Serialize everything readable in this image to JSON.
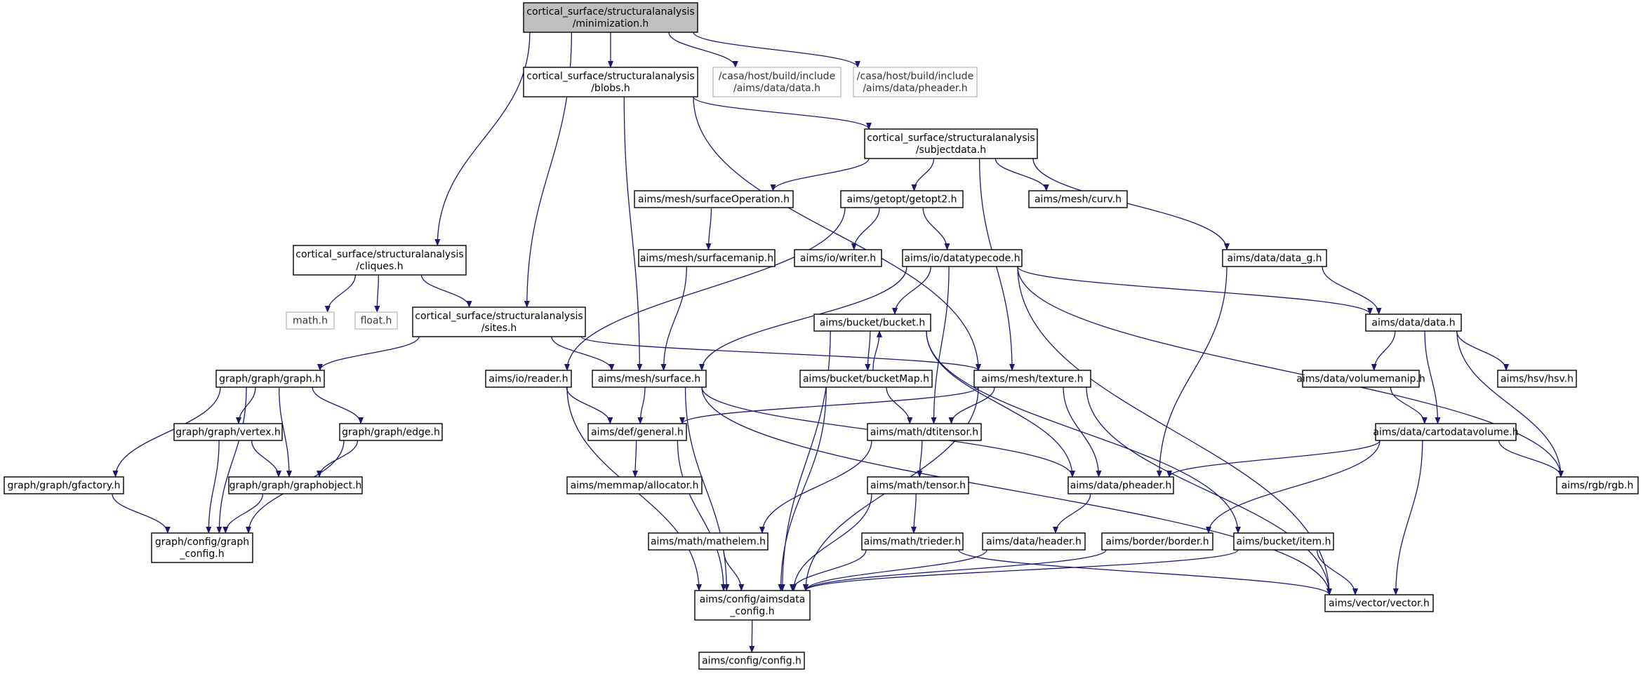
{
  "colors": {
    "edge": "#191970",
    "root_fill": "#bfbfbf",
    "node_border": "#000000",
    "external_border": "#bfbfbf"
  },
  "nodes": [
    {
      "id": "minimization",
      "lines": [
        "cortical_surface/structuralanalysis",
        "/minimization.h"
      ],
      "style": "root"
    },
    {
      "id": "blobs",
      "lines": [
        "cortical_surface/structuralanalysis",
        "/blobs.h"
      ],
      "style": "normal"
    },
    {
      "id": "casa_data",
      "lines": [
        "/casa/host/build/include",
        "/aims/data/data.h"
      ],
      "style": "external"
    },
    {
      "id": "casa_pheader",
      "lines": [
        "/casa/host/build/include",
        "/aims/data/pheader.h"
      ],
      "style": "external"
    },
    {
      "id": "subjectdata",
      "lines": [
        "cortical_surface/structuralanalysis",
        "/subjectdata.h"
      ],
      "style": "normal"
    },
    {
      "id": "surfaceOperation",
      "lines": [
        "aims/mesh/surfaceOperation.h"
      ],
      "style": "normal"
    },
    {
      "id": "getopt2",
      "lines": [
        "aims/getopt/getopt2.h"
      ],
      "style": "normal"
    },
    {
      "id": "curv",
      "lines": [
        "aims/mesh/curv.h"
      ],
      "style": "normal"
    },
    {
      "id": "cliques",
      "lines": [
        "cortical_surface/structuralanalysis",
        "/cliques.h"
      ],
      "style": "normal"
    },
    {
      "id": "surfacemanip",
      "lines": [
        "aims/mesh/surfacemanip.h"
      ],
      "style": "normal"
    },
    {
      "id": "writer",
      "lines": [
        "aims/io/writer.h"
      ],
      "style": "normal"
    },
    {
      "id": "datatypecode",
      "lines": [
        "aims/io/datatypecode.h"
      ],
      "style": "normal"
    },
    {
      "id": "data_g",
      "lines": [
        "aims/data/data_g.h"
      ],
      "style": "normal"
    },
    {
      "id": "math",
      "lines": [
        "math.h"
      ],
      "style": "external"
    },
    {
      "id": "float",
      "lines": [
        "float.h"
      ],
      "style": "external"
    },
    {
      "id": "sites",
      "lines": [
        "cortical_surface/structuralanalysis",
        "/sites.h"
      ],
      "style": "normal"
    },
    {
      "id": "bucket",
      "lines": [
        "aims/bucket/bucket.h"
      ],
      "style": "normal"
    },
    {
      "id": "data",
      "lines": [
        "aims/data/data.h"
      ],
      "style": "normal"
    },
    {
      "id": "graph",
      "lines": [
        "graph/graph/graph.h"
      ],
      "style": "normal"
    },
    {
      "id": "reader",
      "lines": [
        "aims/io/reader.h"
      ],
      "style": "normal"
    },
    {
      "id": "surface",
      "lines": [
        "aims/mesh/surface.h"
      ],
      "style": "normal"
    },
    {
      "id": "bucketMap",
      "lines": [
        "aims/bucket/bucketMap.h"
      ],
      "style": "normal"
    },
    {
      "id": "texture",
      "lines": [
        "aims/mesh/texture.h"
      ],
      "style": "normal"
    },
    {
      "id": "volumemanip",
      "lines": [
        "aims/data/volumemanip.h"
      ],
      "style": "normal"
    },
    {
      "id": "hsv",
      "lines": [
        "aims/hsv/hsv.h"
      ],
      "style": "normal"
    },
    {
      "id": "vertex",
      "lines": [
        "graph/graph/vertex.h"
      ],
      "style": "normal"
    },
    {
      "id": "edge",
      "lines": [
        "graph/graph/edge.h"
      ],
      "style": "normal"
    },
    {
      "id": "general",
      "lines": [
        "aims/def/general.h"
      ],
      "style": "normal"
    },
    {
      "id": "dtitensor",
      "lines": [
        "aims/math/dtitensor.h"
      ],
      "style": "normal"
    },
    {
      "id": "cartodatavolume",
      "lines": [
        "aims/data/cartodatavolume.h"
      ],
      "style": "normal"
    },
    {
      "id": "gfactory",
      "lines": [
        "graph/graph/gfactory.h"
      ],
      "style": "normal"
    },
    {
      "id": "graphobject",
      "lines": [
        "graph/graph/graphobject.h"
      ],
      "style": "normal"
    },
    {
      "id": "allocator",
      "lines": [
        "aims/memmap/allocator.h"
      ],
      "style": "normal"
    },
    {
      "id": "tensor",
      "lines": [
        "aims/math/tensor.h"
      ],
      "style": "normal"
    },
    {
      "id": "pheader",
      "lines": [
        "aims/data/pheader.h"
      ],
      "style": "normal"
    },
    {
      "id": "rgb",
      "lines": [
        "aims/rgb/rgb.h"
      ],
      "style": "normal"
    },
    {
      "id": "graph_config",
      "lines": [
        "graph/config/graph",
        "_config.h"
      ],
      "style": "normal"
    },
    {
      "id": "mathelem",
      "lines": [
        "aims/math/mathelem.h"
      ],
      "style": "normal"
    },
    {
      "id": "trieder",
      "lines": [
        "aims/math/trieder.h"
      ],
      "style": "normal"
    },
    {
      "id": "header",
      "lines": [
        "aims/data/header.h"
      ],
      "style": "normal"
    },
    {
      "id": "border",
      "lines": [
        "aims/border/border.h"
      ],
      "style": "normal"
    },
    {
      "id": "item",
      "lines": [
        "aims/bucket/item.h"
      ],
      "style": "normal"
    },
    {
      "id": "aimsdata_config",
      "lines": [
        "aims/config/aimsdata",
        "_config.h"
      ],
      "style": "normal"
    },
    {
      "id": "vector",
      "lines": [
        "aims/vector/vector.h"
      ],
      "style": "normal"
    },
    {
      "id": "config",
      "lines": [
        "aims/config/config.h"
      ],
      "style": "normal"
    }
  ],
  "edges": [
    [
      "minimization",
      "blobs"
    ],
    [
      "minimization",
      "casa_data"
    ],
    [
      "minimization",
      "casa_pheader"
    ],
    [
      "minimization",
      "cliques"
    ],
    [
      "minimization",
      "sites"
    ],
    [
      "blobs",
      "subjectdata"
    ],
    [
      "blobs",
      "surface"
    ],
    [
      "blobs",
      "texture"
    ],
    [
      "subjectdata",
      "surfaceOperation"
    ],
    [
      "subjectdata",
      "getopt2"
    ],
    [
      "subjectdata",
      "curv"
    ],
    [
      "subjectdata",
      "data_g"
    ],
    [
      "subjectdata",
      "texture"
    ],
    [
      "surfaceOperation",
      "surfacemanip"
    ],
    [
      "surfacemanip",
      "surface"
    ],
    [
      "getopt2",
      "writer"
    ],
    [
      "getopt2",
      "datatypecode"
    ],
    [
      "getopt2",
      "reader"
    ],
    [
      "cliques",
      "math"
    ],
    [
      "cliques",
      "float"
    ],
    [
      "cliques",
      "sites"
    ],
    [
      "sites",
      "graph"
    ],
    [
      "sites",
      "surface"
    ],
    [
      "sites",
      "texture"
    ],
    [
      "datatypecode",
      "bucket"
    ],
    [
      "datatypecode",
      "surface"
    ],
    [
      "datatypecode",
      "dtitensor"
    ],
    [
      "datatypecode",
      "data"
    ],
    [
      "datatypecode",
      "rgb"
    ],
    [
      "datatypecode",
      "vector"
    ],
    [
      "data_g",
      "data"
    ],
    [
      "data_g",
      "pheader"
    ],
    [
      "data",
      "volumemanip"
    ],
    [
      "data",
      "hsv"
    ],
    [
      "data",
      "cartodatavolume"
    ],
    [
      "data",
      "rgb"
    ],
    [
      "volumemanip",
      "cartodatavolume"
    ],
    [
      "cartodatavolume",
      "pheader"
    ],
    [
      "cartodatavolume",
      "border"
    ],
    [
      "cartodatavolume",
      "rgb"
    ],
    [
      "cartodatavolume",
      "vector"
    ],
    [
      "bucket",
      "bucketMap"
    ],
    [
      "bucketMap",
      "bucket"
    ],
    [
      "bucket",
      "pheader"
    ],
    [
      "bucket",
      "item"
    ],
    [
      "bucket",
      "aimsdata_config"
    ],
    [
      "bucketMap",
      "dtitensor"
    ],
    [
      "bucketMap",
      "aimsdata_config"
    ],
    [
      "graph",
      "vertex"
    ],
    [
      "graph",
      "edge"
    ],
    [
      "graph",
      "gfactory"
    ],
    [
      "graph",
      "graphobject"
    ],
    [
      "graph",
      "graph_config"
    ],
    [
      "vertex",
      "graphobject"
    ],
    [
      "vertex",
      "graph_config"
    ],
    [
      "edge",
      "graphobject"
    ],
    [
      "edge",
      "graph_config"
    ],
    [
      "graphobject",
      "graph_config"
    ],
    [
      "gfactory",
      "graph_config"
    ],
    [
      "reader",
      "general"
    ],
    [
      "reader",
      "aimsdata_config"
    ],
    [
      "surface",
      "general"
    ],
    [
      "surface",
      "pheader"
    ],
    [
      "surface",
      "aimsdata_config"
    ],
    [
      "surface",
      "vector"
    ],
    [
      "texture",
      "general"
    ],
    [
      "texture",
      "dtitensor"
    ],
    [
      "texture",
      "pheader"
    ],
    [
      "texture",
      "aimsdata_config"
    ],
    [
      "texture",
      "vector"
    ],
    [
      "general",
      "allocator"
    ],
    [
      "general",
      "aimsdata_config"
    ],
    [
      "dtitensor",
      "tensor"
    ],
    [
      "dtitensor",
      "mathelem"
    ],
    [
      "tensor",
      "trieder"
    ],
    [
      "tensor",
      "aimsdata_config"
    ],
    [
      "trieder",
      "aimsdata_config"
    ],
    [
      "trieder",
      "vector"
    ],
    [
      "mathelem",
      "aimsdata_config"
    ],
    [
      "pheader",
      "header"
    ],
    [
      "header",
      "aimsdata_config"
    ],
    [
      "border",
      "aimsdata_config"
    ],
    [
      "item",
      "aimsdata_config"
    ],
    [
      "item",
      "vector"
    ],
    [
      "aimsdata_config",
      "config"
    ]
  ]
}
